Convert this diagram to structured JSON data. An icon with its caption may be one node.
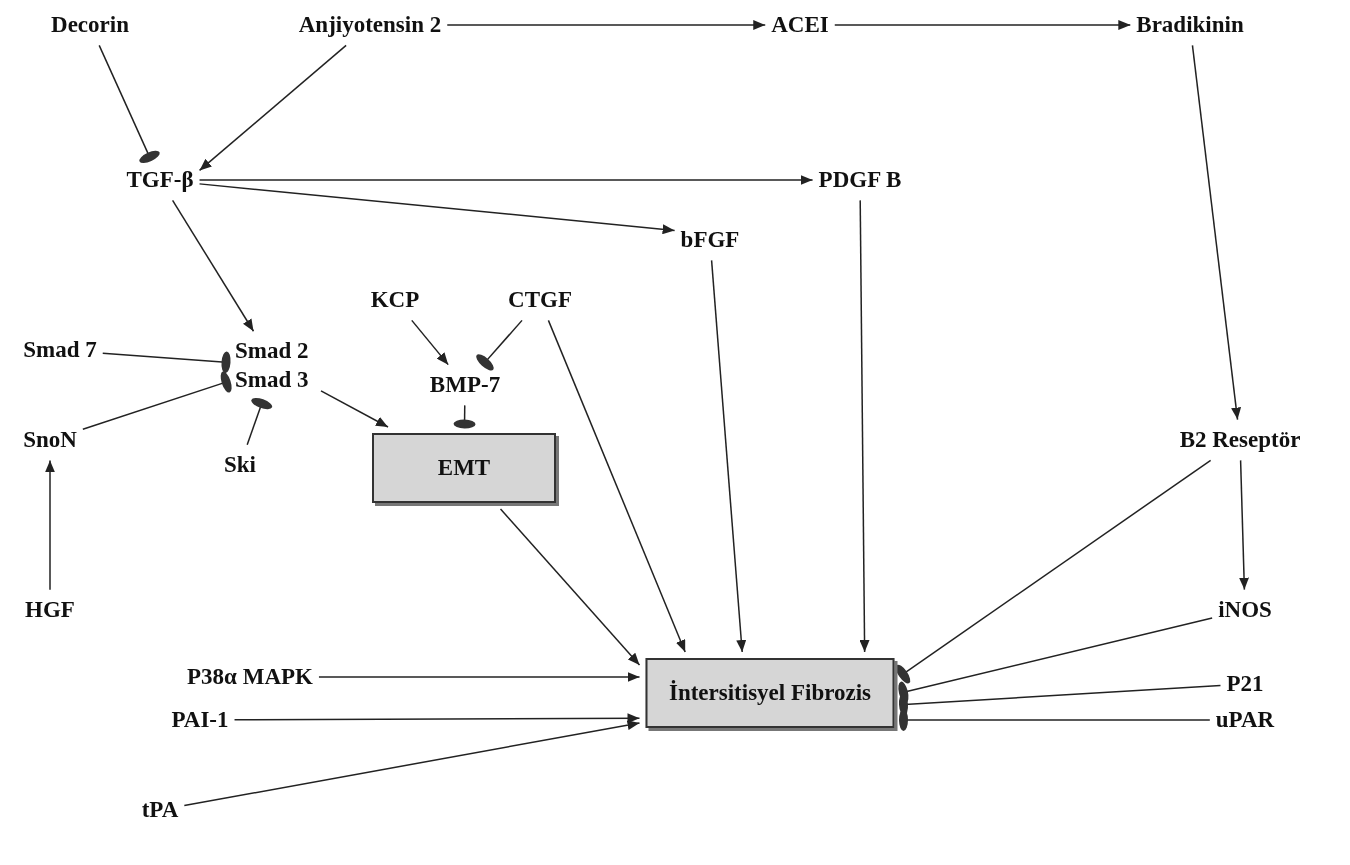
{
  "diagram": {
    "nodes": [
      {
        "text": [
          "Decorin"
        ]
      },
      {
        "text": [
          "Anjiyotensin 2"
        ]
      },
      {
        "text": [
          "ACEI"
        ]
      },
      {
        "text": [
          "Bradikinin"
        ]
      },
      {
        "text": [
          "TGF-β"
        ]
      },
      {
        "text": [
          "PDGF B"
        ]
      },
      {
        "text": [
          "bFGF"
        ]
      },
      {
        "text": [
          "KCP"
        ]
      },
      {
        "text": [
          "CTGF"
        ]
      },
      {
        "text": [
          "Smad 7"
        ]
      },
      {
        "text": [
          "Smad 2 Smad 3"
        ]
      },
      {
        "text": [
          "BMP-7"
        ]
      },
      {
        "text": [
          "SnoN"
        ]
      },
      {
        "text": [
          "Ski"
        ]
      },
      {
        "text": [
          "EMT"
        ]
      },
      {
        "text": [
          "B2 Reseptör"
        ]
      },
      {
        "text": [
          "HGF"
        ]
      },
      {
        "text": [
          "iNOS"
        ]
      },
      {
        "text": [
          "P38α MAPK"
        ]
      },
      {
        "text": [
          "İntersitisyel Fibrozis"
        ]
      },
      {
        "text": [
          "P21"
        ]
      },
      {
        "text": [
          "PAI-1"
        ]
      },
      {
        "text": [
          "uPAR"
        ]
      },
      {
        "text": [
          "tPA"
        ]
      }
    ],
    "edges": [
      {
        "from": 0,
        "to": 4,
        "arrow": "other"
      },
      {
        "from": 1,
        "to": 2,
        "arrow": "to"
      },
      {
        "from": 2,
        "to": 3,
        "arrow": "to"
      },
      {
        "from": 1,
        "to": 4,
        "arrow": "to"
      },
      {
        "from": 4,
        "to": 5,
        "arrow": "to"
      },
      {
        "from": 4,
        "to": 6,
        "arrow": "to"
      },
      {
        "from": 4,
        "to": 10,
        "arrow": "to"
      },
      {
        "from": 9,
        "to": 10,
        "arrow": "other"
      },
      {
        "from": 12,
        "to": 10,
        "arrow": "other"
      },
      {
        "from": 13,
        "to": 10,
        "arrow": "other"
      },
      {
        "from": 16,
        "to": 12,
        "arrow": "to"
      },
      {
        "from": 7,
        "to": 11,
        "arrow": "to"
      },
      {
        "from": 8,
        "to": 11,
        "arrow": "other"
      },
      {
        "from": 10,
        "to": 14,
        "arrow": "to"
      },
      {
        "from": 11,
        "to": 14,
        "arrow": "other"
      },
      {
        "from": 8,
        "to": 19,
        "arrow": "to"
      },
      {
        "from": 6,
        "to": 19,
        "arrow": "to"
      },
      {
        "from": 5,
        "to": 19,
        "arrow": "to"
      },
      {
        "from": 14,
        "to": 19,
        "arrow": "to"
      },
      {
        "from": 18,
        "to": 19,
        "arrow": "to"
      },
      {
        "from": 21,
        "to": 19,
        "arrow": "to"
      },
      {
        "from": 23,
        "to": 19,
        "arrow": "to"
      },
      {
        "from": 3,
        "to": 15,
        "arrow": "to"
      },
      {
        "from": 15,
        "to": 17,
        "arrow": "to"
      },
      {
        "from": 15,
        "to": 19,
        "arrow": "other"
      },
      {
        "from": 17,
        "to": 19,
        "arrow": "other"
      },
      {
        "from": 20,
        "to": 19,
        "arrow": "other"
      },
      {
        "from": 22,
        "to": 19,
        "arrow": "other"
      }
    ]
  }
}
